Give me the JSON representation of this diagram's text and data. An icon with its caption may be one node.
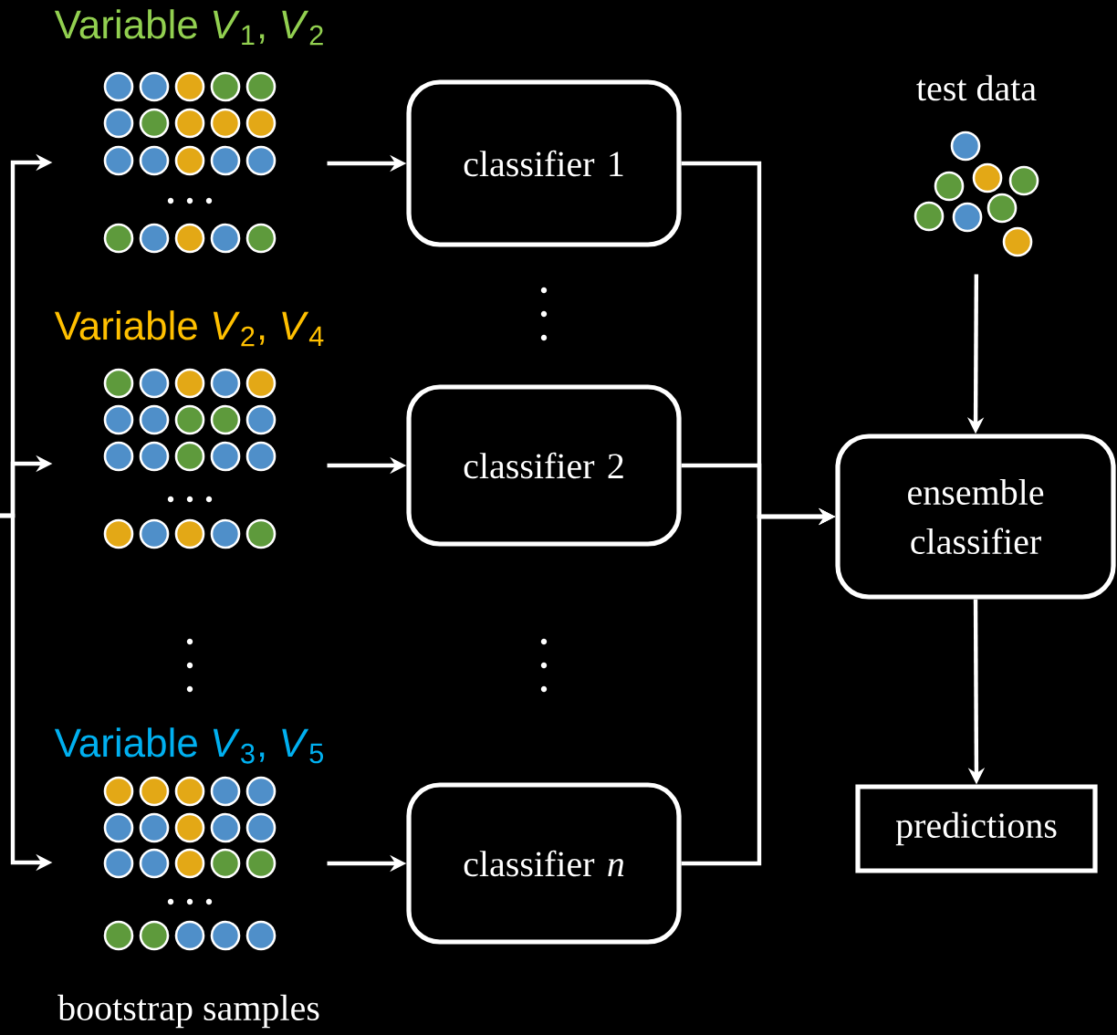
{
  "diagram": {
    "nodes": [
      {
        "text": [
          "Variable *V*$_{1}$, *V*$_{2}$"
        ]
      },
      {
        "text": [
          "Variable *V*$_{2}$, *V*$_{4}$"
        ]
      },
      {
        "text": [
          "Variable *V*$_{3}$, *V*$_{5}$"
        ]
      },
      {
        "text": [
          "classifier 1"
        ]
      },
      {
        "text": [
          "classifier 2"
        ]
      },
      {
        "text": [
          "classifier *n*"
        ]
      },
      {
        "text": [
          "test data"
        ]
      },
      {
        "text": [
          "ensemble classifier"
        ]
      },
      {
        "text": [
          "predictions"
        ]
      }
    ],
    "edges": [
      {
        "from": null,
        "to": 0,
        "arrow": "to"
      },
      {
        "from": null,
        "to": 1,
        "arrow": "to"
      },
      {
        "from": null,
        "to": 2,
        "arrow": "to"
      },
      {
        "from": 0,
        "to": 3,
        "arrow": "to"
      },
      {
        "from": 1,
        "to": 4,
        "arrow": "to"
      },
      {
        "from": 2,
        "to": 5,
        "arrow": "to"
      },
      {
        "from": 3,
        "to": 7,
        "arrow": "to"
      },
      {
        "from": 4,
        "to": 7,
        "arrow": "to"
      },
      {
        "from": 5,
        "to": 7,
        "arrow": "to"
      },
      {
        "from": 6,
        "to": 7,
        "arrow": "to"
      },
      {
        "from": 7,
        "to": 8,
        "arrow": "to"
      }
    ],
    "labels": [
      "bootstrap samples"
    ]
  }
}
